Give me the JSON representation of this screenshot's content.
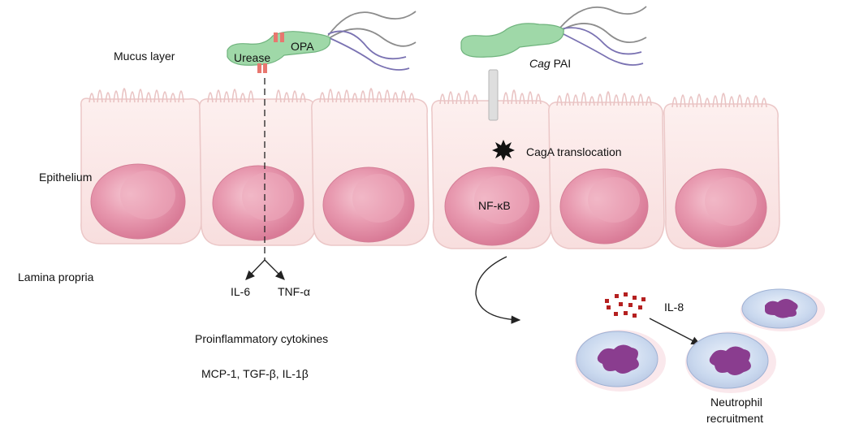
{
  "layers": {
    "mucus": "Mucus layer",
    "epithelium": "Epithelium",
    "lamina": "Lamina propria"
  },
  "bacteria": {
    "left": {
      "urease": "Urease",
      "opa": "OPA"
    },
    "right": {
      "cag_italic": "Cag",
      "cag_rest": " PAI"
    }
  },
  "labels": {
    "caga": "CagA translocation",
    "nfkb": "NF-κB",
    "il6": "IL-6",
    "tnfa": "TNF-α",
    "proinflammatory": "Proinflammatory cytokines",
    "cytokine_list": "MCP-1, TGF-β, IL-1β",
    "il8": "IL-8",
    "neutrophil_line1": "Neutrophil",
    "neutrophil_line2": "recruitment"
  },
  "colors": {
    "cell_fill": "#fbe6e6",
    "cell_stroke": "#e9c3c3",
    "nucleus": "#e79bb0",
    "nucleus_inner": "#f3bfcc",
    "bacterium": "#9fd8a8",
    "bacterium_stroke": "#6fb37d",
    "flagella_gray": "#8c8c8c",
    "flagella_blue": "#7a72b2",
    "adhesin": "#e8776f",
    "il8_dots": "#b52020",
    "neutrophil_fill": "#c8d6ec",
    "neutrophil_nucleus": "#8a3d8f"
  }
}
